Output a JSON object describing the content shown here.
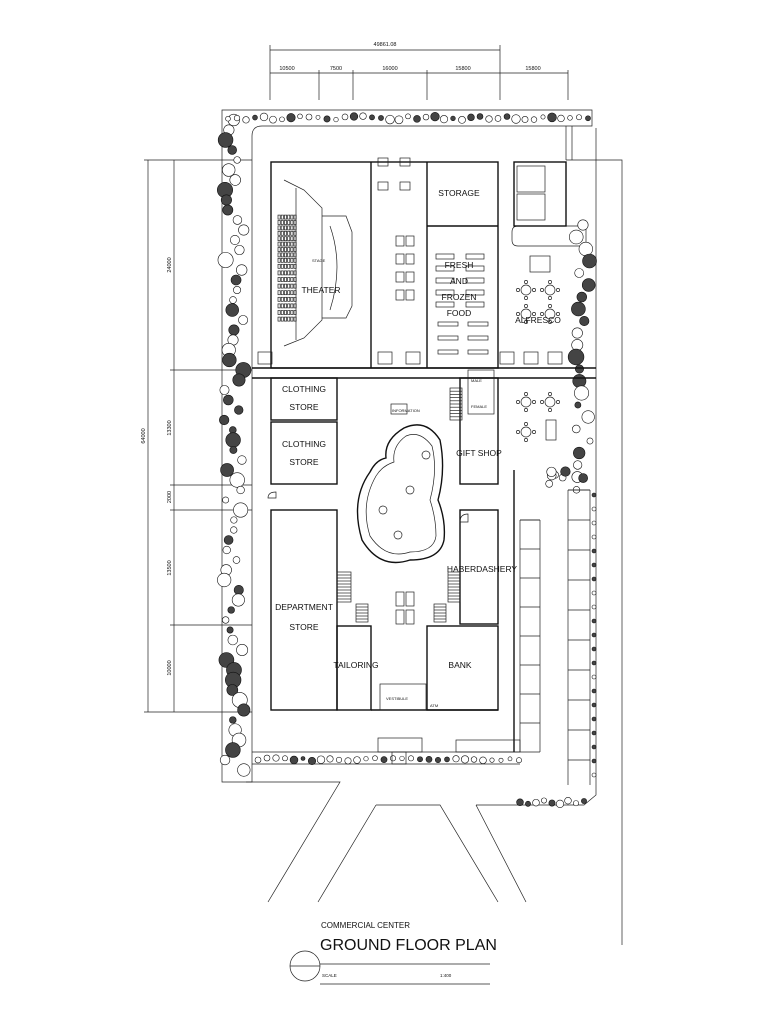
{
  "dimensions": {
    "overall": "49861.08",
    "top": [
      "10500",
      "7500",
      "16000",
      "15800",
      "15800"
    ],
    "left_total": "64000",
    "left": [
      "24000",
      "13300",
      "2000",
      "13500",
      "10000"
    ]
  },
  "rooms": {
    "theater": "THEATER",
    "storage": "STORAGE",
    "fresh_frozen": [
      "FRESH",
      "AND",
      "FROZEN",
      "FOOD"
    ],
    "al_fresco": "ALFRESCO",
    "clothing_1": [
      "CLOTHING",
      "STORE"
    ],
    "clothing_2": [
      "CLOTHING",
      "STORE"
    ],
    "gift_shop": "GIFT SHOP",
    "haberdashery": "HABERDASHERY",
    "department": [
      "DEPARTMENT",
      "STORE"
    ],
    "tailoring": "TAILORING",
    "bank": "BANK"
  },
  "small_labels": {
    "stage": "STAGE",
    "male": "MALE",
    "female": "FEMALE",
    "vestibule": "VESTIBULE",
    "atm": "ATM",
    "info": "INFORMATION"
  },
  "title_block": {
    "project": "COMMERCIAL CENTER",
    "title": "GROUND FLOOR PLAN",
    "scale_label": "SCALE",
    "scale_value": "1:400"
  }
}
